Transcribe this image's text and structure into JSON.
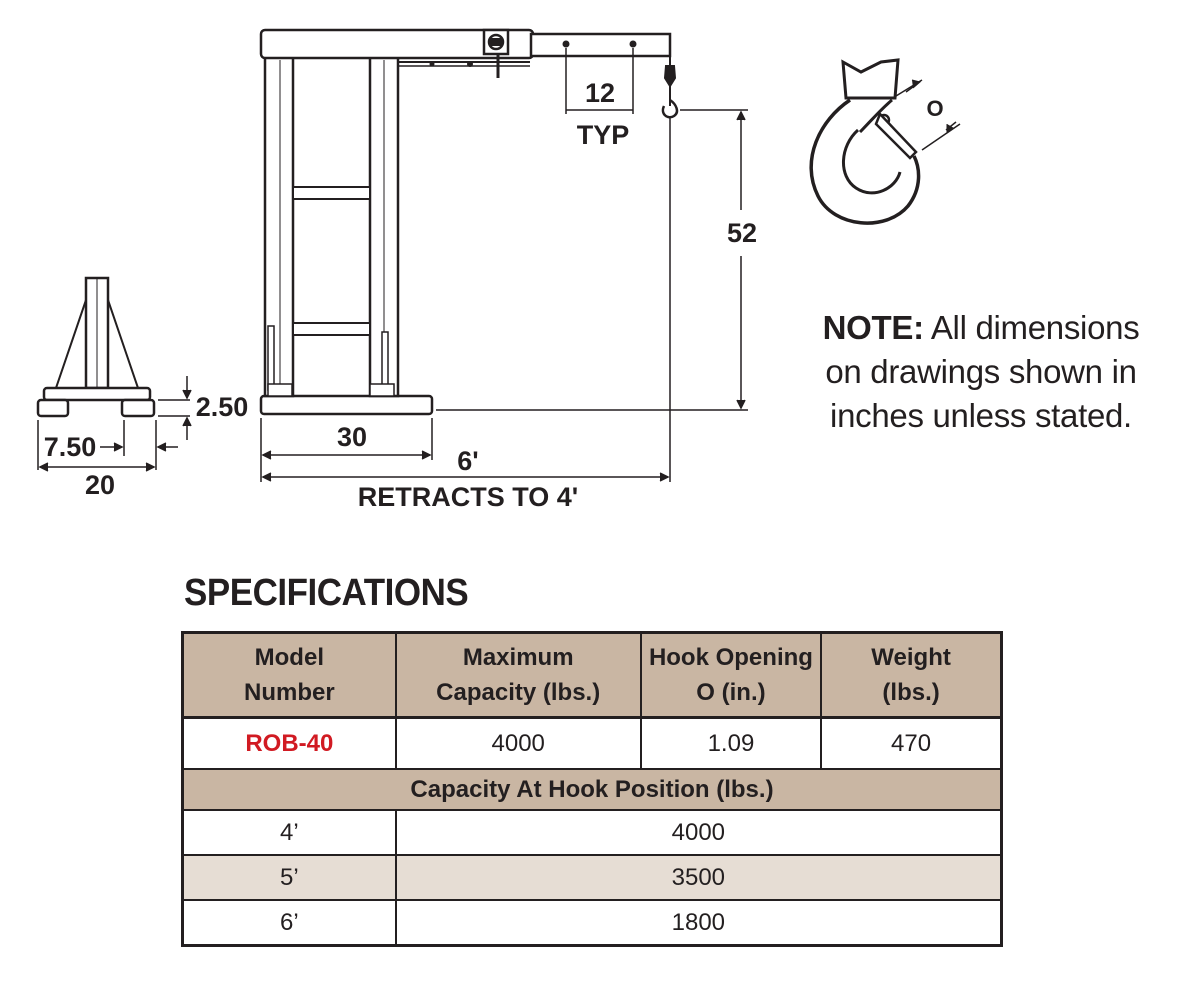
{
  "drawing": {
    "dims": {
      "foot_height": "2.50",
      "foot_offset": "7.50",
      "base_width": "20",
      "leg_length": "30",
      "boom_reach": "6'",
      "retracts": "RETRACTS TO 4'",
      "hole_spacing": "12",
      "hole_spacing_note": "TYP",
      "hook_height": "52",
      "hook_opening": "O"
    }
  },
  "note": {
    "label": "NOTE:",
    "line1": " All dimensions",
    "line2": "on drawings shown in",
    "line3": "inches unless stated."
  },
  "specifications": {
    "title": "SPECIFICATIONS",
    "headers": {
      "model_1": "Model",
      "model_2": "Number",
      "cap_1": "Maximum",
      "cap_2": "Capacity (lbs.)",
      "hook_1": "Hook Opening",
      "hook_2": "O (in.)",
      "weight_1": "Weight",
      "weight_2": "(lbs.)"
    },
    "row": {
      "model": "ROB-40",
      "capacity": "4000",
      "hook_opening": "1.09",
      "weight": "470"
    },
    "capacity_heading": "Capacity At Hook Position (lbs.)",
    "capacity_rows": [
      {
        "position": "4’",
        "capacity": "4000"
      },
      {
        "position": "5’",
        "capacity": "3500"
      },
      {
        "position": "6’",
        "capacity": "1800"
      }
    ],
    "colors": {
      "header_bg": "#c9b6a3",
      "alt_row_bg": "#e6ddd4",
      "model_text": "#d11a22"
    }
  }
}
